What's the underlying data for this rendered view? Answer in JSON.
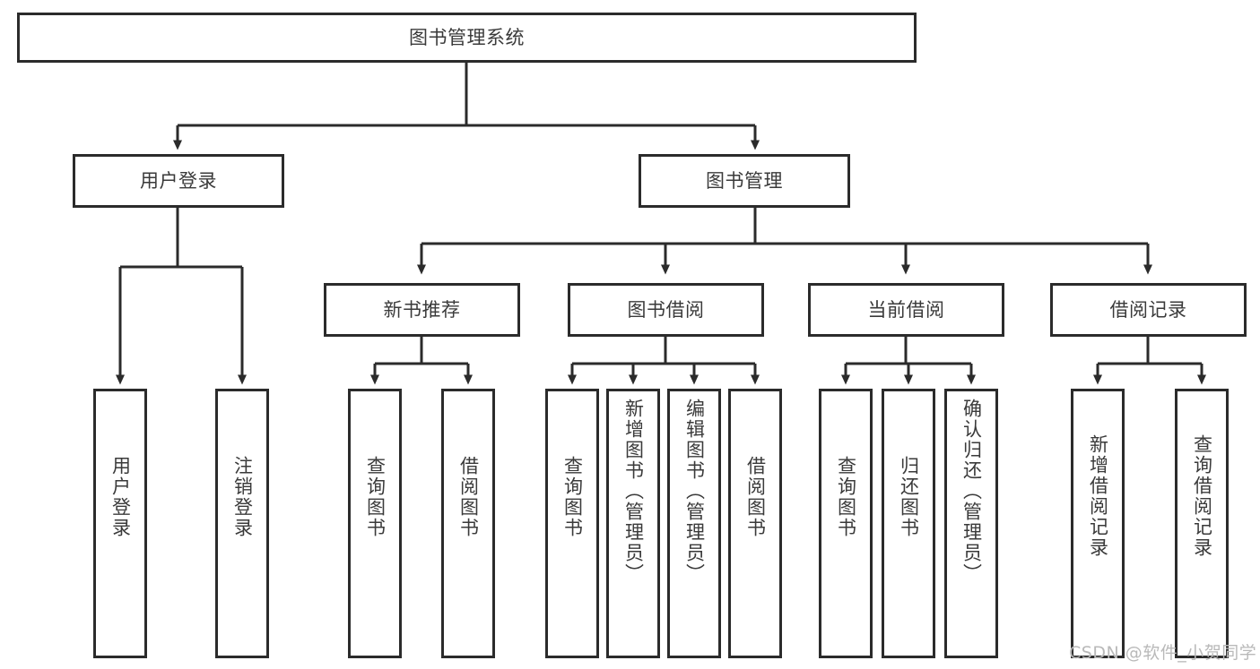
{
  "diagram": {
    "title": "图书管理系统",
    "watermark": "CSDN @软件_小贺同学",
    "colors": {
      "border": "#2b2b2b",
      "text": "#3a3a3a",
      "background": "#ffffff",
      "watermark": "#b9b9b9"
    },
    "root": {
      "label": "图书管理系统"
    },
    "level2": [
      {
        "label": "用户登录"
      },
      {
        "label": "图书管理"
      }
    ],
    "level3": [
      {
        "label": "新书推荐"
      },
      {
        "label": "图书借阅"
      },
      {
        "label": "当前借阅"
      },
      {
        "label": "借阅记录"
      }
    ],
    "leaves": {
      "user_login": [
        {
          "label": "用户登录"
        },
        {
          "label": "注销登录"
        }
      ],
      "new_book_recommend": [
        {
          "label": "查询图书"
        },
        {
          "label": "借阅图书"
        }
      ],
      "book_borrow": [
        {
          "label": "查询图书"
        },
        {
          "label": "新增图书（管理员）"
        },
        {
          "label": "编辑图书（管理员）"
        },
        {
          "label": "借阅图书"
        }
      ],
      "current_borrow": [
        {
          "label": "查询图书"
        },
        {
          "label": "归还图书"
        },
        {
          "label": "确认归还（管理员）"
        }
      ],
      "borrow_records": [
        {
          "label": "新增借阅记录"
        },
        {
          "label": "查询借阅记录"
        }
      ]
    }
  }
}
